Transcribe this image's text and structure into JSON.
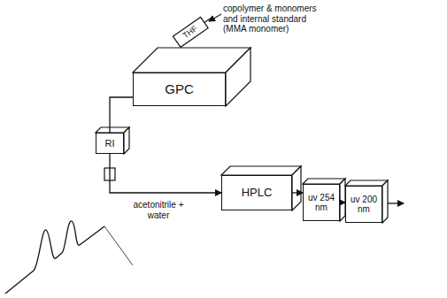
{
  "diagram": {
    "nodes": [
      {
        "text": [
          "GPC"
        ]
      },
      {
        "text": [
          "RI"
        ]
      },
      {
        "text": [
          "HPLC"
        ]
      },
      {
        "text": [
          "uv 254 nm"
        ]
      },
      {
        "text": [
          "uv 200 nm"
        ]
      }
    ],
    "edges": [
      {
        "from": 0,
        "to": 1,
        "arrow": "none"
      },
      {
        "from": 1,
        "to": 2,
        "arrow": "to"
      },
      {
        "from": 2,
        "to": 3,
        "arrow": "to"
      },
      {
        "from": 3,
        "to": 4,
        "arrow": "to"
      }
    ],
    "labels": [
      "copolymer & monomers and internal standard (MMA monomer)",
      "THF",
      "acetonitrile + water"
    ]
  }
}
